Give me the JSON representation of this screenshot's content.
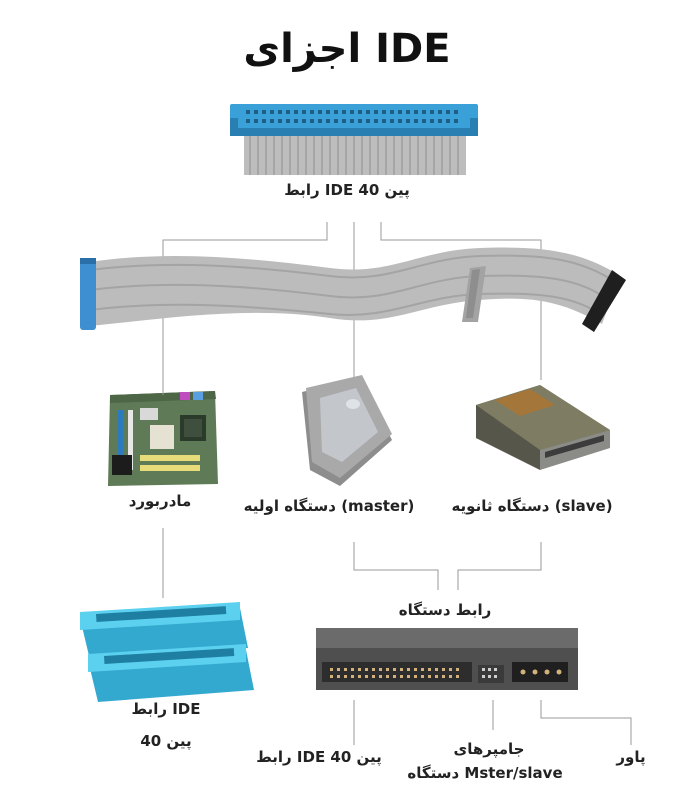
{
  "title": "اجزای IDE",
  "labels": {
    "ide_40_pin_top": "رابط IDE 40 پین",
    "motherboard": "مادربورد",
    "master_device": "دستگاه اولیه (master)",
    "slave_device": "دستگاه ثانویه (slave)",
    "device_interface": "رابط دستگاه",
    "ide_interface_line1": "رابط IDE",
    "ide_interface_line2": "40 پین",
    "ide_40_pin_bottom": "رابط IDE 40 پین",
    "jumpers_line1": "جامپرهای",
    "jumpers_line2": "دستگاه Mster/slave",
    "power": "پاور"
  },
  "icons": {
    "connector": "ide-connector-icon",
    "ribbon": "ribbon-cable-icon",
    "motherboard": "motherboard-icon",
    "hdd": "hard-drive-icon",
    "optical": "optical-drive-icon",
    "sockets": "ide-socket-icon",
    "drive_rear": "drive-rear-panel-icon"
  },
  "colors": {
    "connector_blue": "#3aa0d8",
    "cable_gray": "#b9b9b9",
    "socket_cyan": "#44c1e4",
    "line_gray": "#9a9a9a"
  }
}
